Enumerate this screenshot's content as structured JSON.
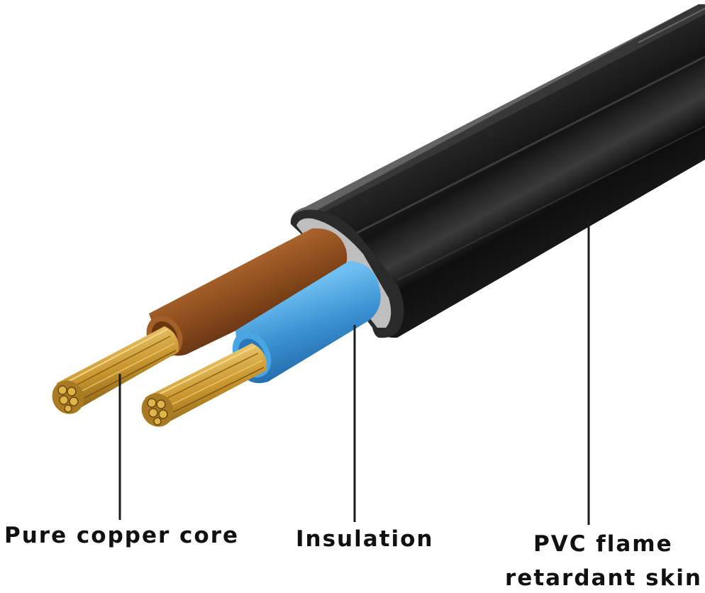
{
  "labels": {
    "copper_core": "Pure copper core",
    "insulation": "Insulation",
    "pvc_skin_line1": "PVC flame",
    "pvc_skin_line2": "retardant skin"
  },
  "colors": {
    "sheath": "#141414",
    "brown_insulation": "#8a4a1c",
    "blue_insulation": "#3d95d6",
    "copper": "#c9962e",
    "leader_line": "#1a1a1a",
    "text": "#111111"
  }
}
